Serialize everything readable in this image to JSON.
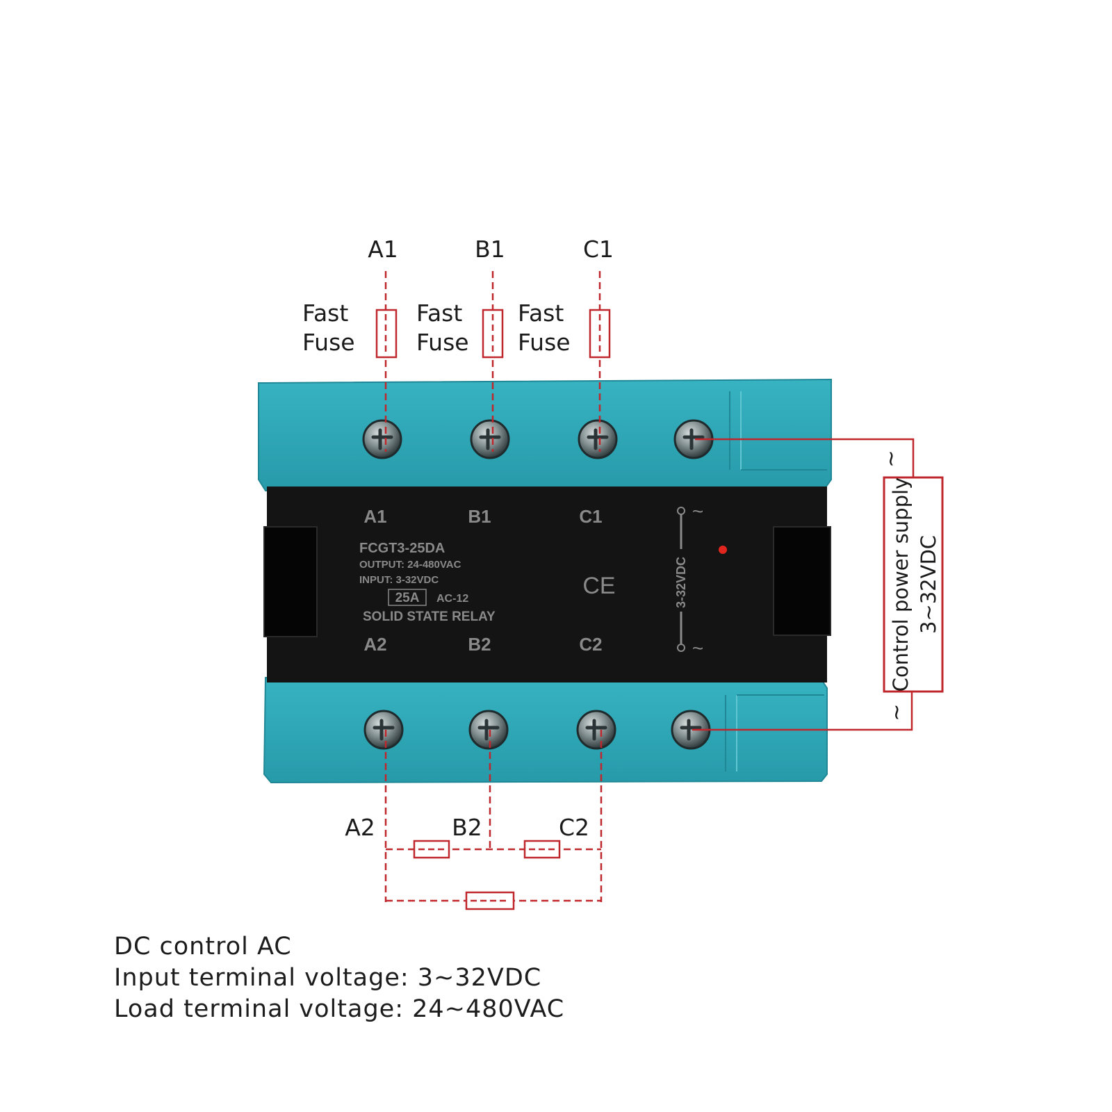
{
  "top_terminals": [
    {
      "label": "A1",
      "fuse_label": [
        "Fast",
        "Fuse"
      ]
    },
    {
      "label": "B1",
      "fuse_label": [
        "Fast",
        "Fuse"
      ]
    },
    {
      "label": "C1",
      "fuse_label": [
        "Fast",
        "Fuse"
      ]
    }
  ],
  "bottom_terminals": [
    "A2",
    "B2",
    "C2"
  ],
  "relay": {
    "face_top_labels": [
      "A1",
      "B1",
      "C1"
    ],
    "face_bottom_labels": [
      "A2",
      "B2",
      "C2"
    ],
    "model": "FCGT3-25DA",
    "output": "OUTPUT: 24-480VAC",
    "input": "INPUT: 3-32VDC",
    "current": "25A",
    "category": "AC-12",
    "type": "SOLID STATE RELAY",
    "ce_mark": "CE",
    "control_label": "3-32VDC",
    "tilde": "~",
    "led_color": "#e0261f",
    "body_color": "#2fa7b7",
    "face_color": "#141414"
  },
  "control_supply": {
    "line1": "Control power supply",
    "line2": "3~32VDC",
    "tilde": "~"
  },
  "wire_color": "#c0272d",
  "notes": [
    "DC control AC",
    "Input terminal voltage: 3~32VDC",
    "Load terminal voltage: 24~480VAC"
  ]
}
